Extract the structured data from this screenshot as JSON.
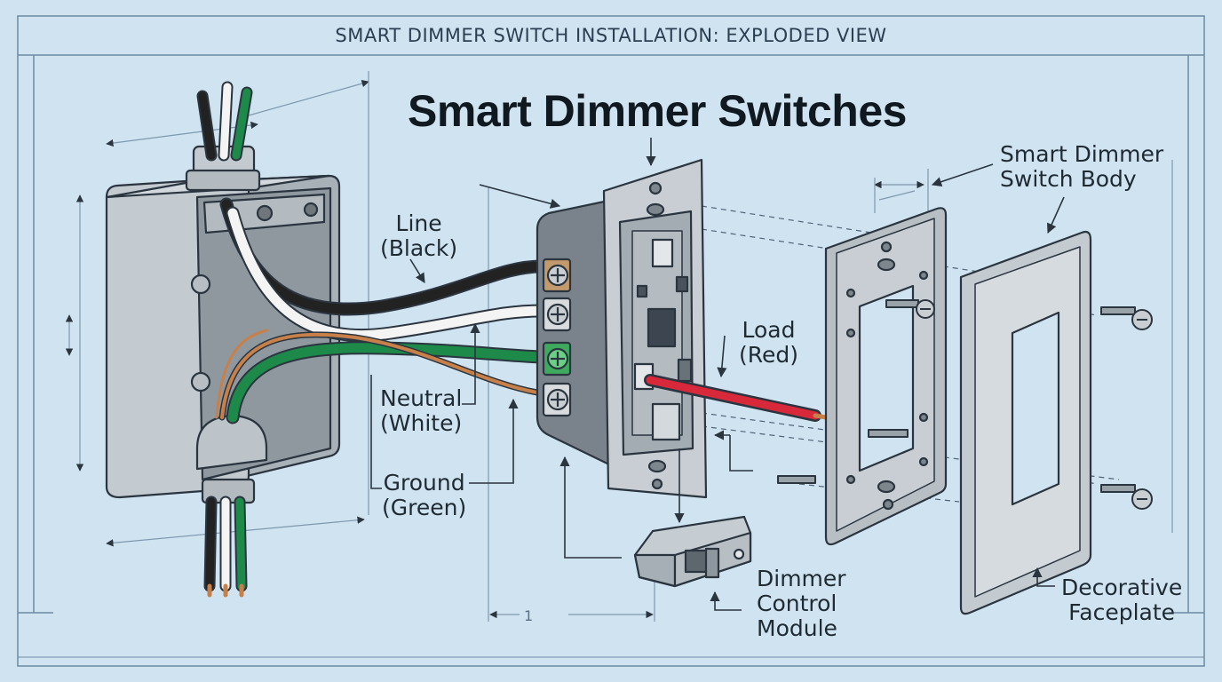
{
  "header": {
    "title": "SMART DIMMER SWITCH INSTALLATION: EXPLODED VIEW",
    "main_title": "Smart Dimmer Switches"
  },
  "labels": {
    "line": [
      "Line",
      "(Black)"
    ],
    "neutral": [
      "Neutral",
      "(White)"
    ],
    "ground": [
      "Ground",
      "(Green)"
    ],
    "load": [
      "Load",
      "(Red)"
    ],
    "switch_body": [
      "Smart Dimmer",
      "Switch Body"
    ],
    "dimmer_module": [
      "Dimmer",
      "Control",
      "Module"
    ],
    "faceplate": [
      "Decorative",
      "Faceplate"
    ]
  },
  "dimension_marker": "1",
  "colors": {
    "background": "#cfe3f1",
    "line_wire": "#222222",
    "neutral_wire": "#f4f4f4",
    "ground_wire": "#1e8a4a",
    "load_wire": "#d8293a",
    "copper": "#c8804a",
    "metal": "#b9c0c6"
  }
}
